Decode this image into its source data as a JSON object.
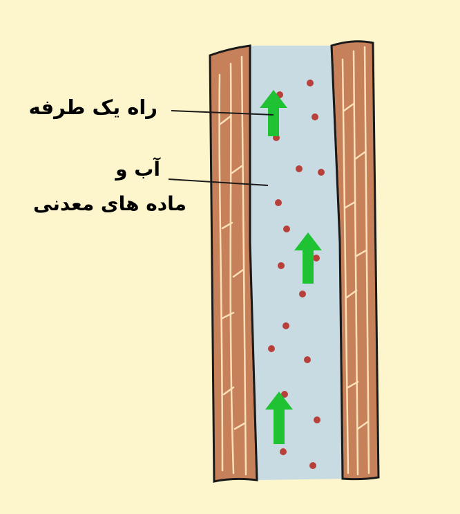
{
  "labels": {
    "one_way": "راه یک طرفه",
    "water_line1": "آب و",
    "water_line2": "ماده های معدنی"
  },
  "colors": {
    "background": "#fdf5cc",
    "wall": "#c6805a",
    "wall_fibers": "#fbe0b8",
    "channel": "#c8dbe3",
    "dots": "#b8403a",
    "arrows": "#1ec233",
    "outline": "#1a1a1a"
  },
  "icons": [
    "up-arrow-icon"
  ]
}
